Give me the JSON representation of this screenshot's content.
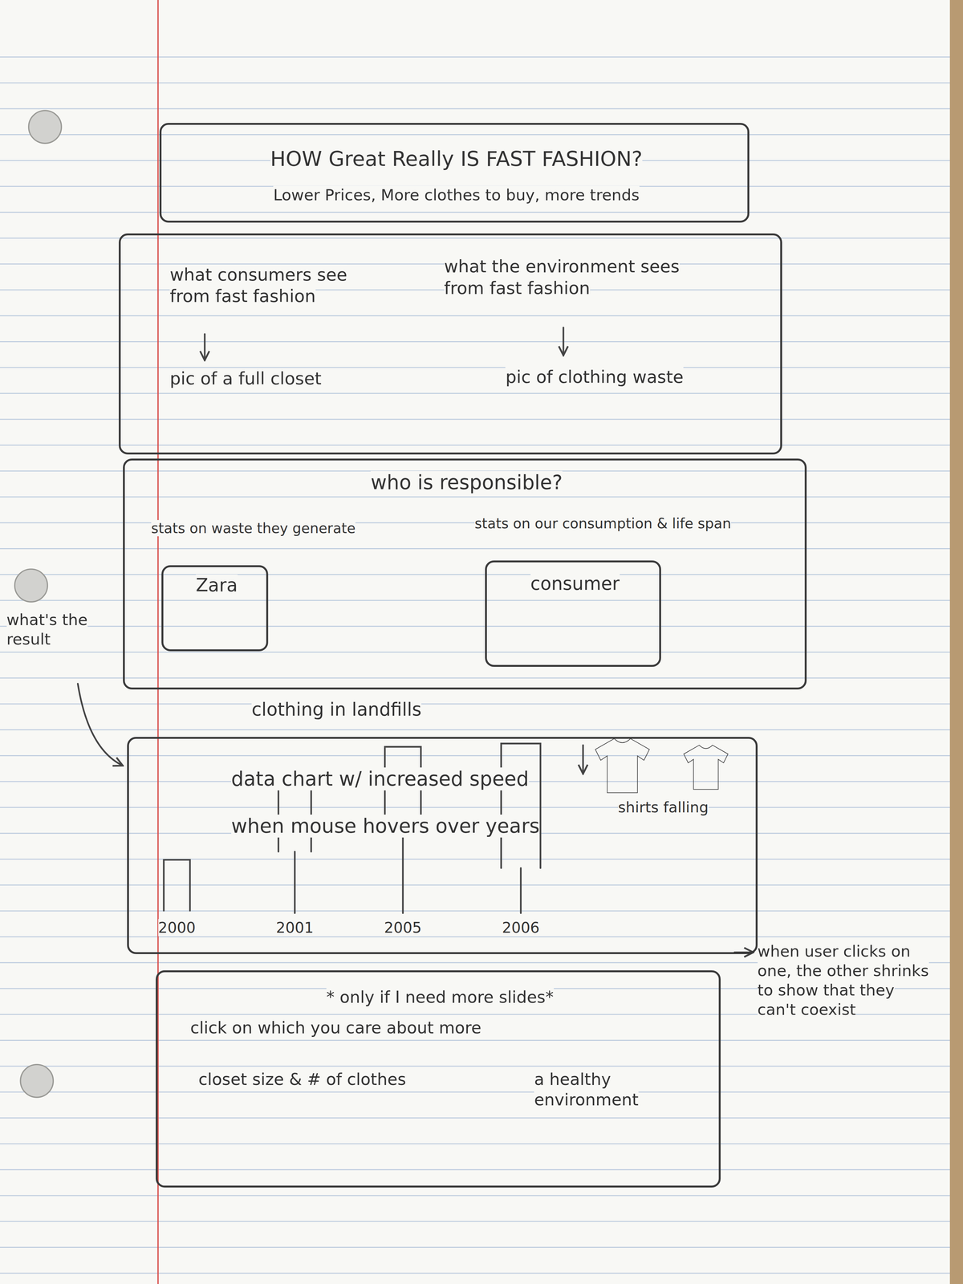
{
  "diagram": {
    "nodes": [
      {
        "text": [
          "HOW Great Really IS FAST FASHION?",
          "Lower Prices, More clothes to buy, more trends"
        ]
      },
      {
        "text": [
          "what consumers see from fast fashion",
          "pic of a full closet",
          "what the environment sees from fast fashion",
          "pic of clothing waste"
        ]
      },
      {
        "text": [
          "who is responsible?"
        ]
      },
      {
        "text": [
          "stats on waste they generate",
          "Zara"
        ],
        "in": 2
      },
      {
        "text": [
          "stats on our consumption & life span",
          "consumer"
        ],
        "in": 2
      },
      {
        "text": [
          "clothing in landfills",
          "data chart w/ increased speed when mouse hovers over years"
        ]
      },
      {
        "text": [
          "* only if I need more slides*",
          "click on which you care about more",
          "closet size & # of clothes",
          "a healthy environment"
        ]
      }
    ],
    "labels": [
      "what's the result",
      "2000",
      "2001",
      "2005",
      "2006",
      "shirts falling",
      "when user clicks on one, the other shrinks to show that they can't coexist"
    ]
  }
}
